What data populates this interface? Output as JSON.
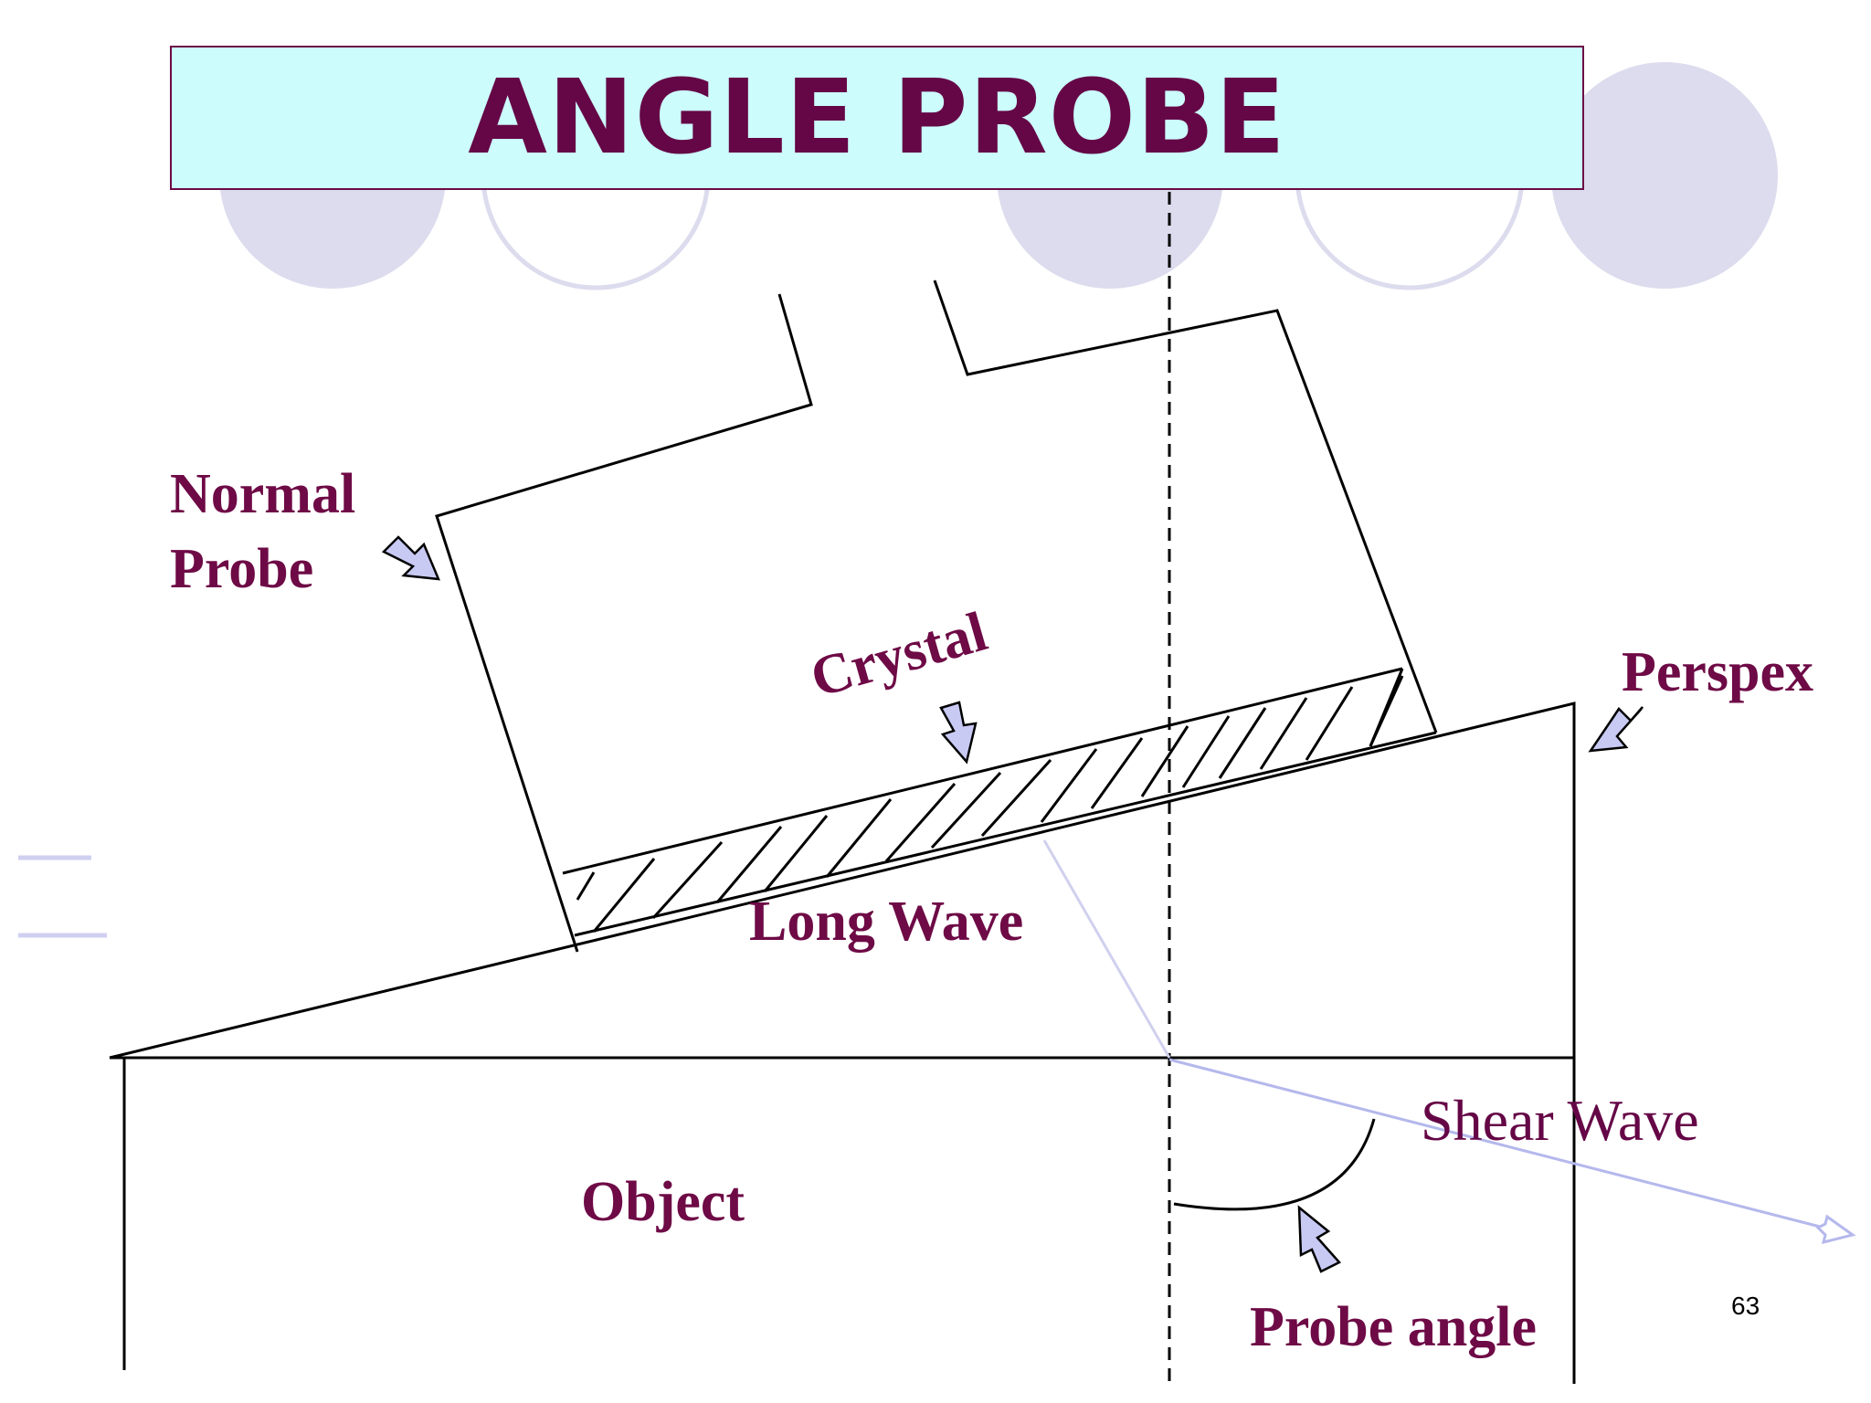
{
  "title": "ANGLE PROBE",
  "labels": {
    "normal_probe_line1": "Normal",
    "normal_probe_line2": "Probe",
    "crystal": "Crystal",
    "perspex": "Perspex",
    "long_wave": "Long Wave",
    "shear_wave": "Shear Wave",
    "object": "Object",
    "probe_angle": "Probe angle"
  },
  "page_number": "63",
  "colors": {
    "title_fill": "#ccfcfc",
    "title_text": "#650646",
    "label_text": "#6e0a46",
    "decor_circle": "#dcdcee",
    "arrow_fill": "#c8caf4",
    "shear_line": "#b4b8ec",
    "drawing_line": "#000000"
  }
}
